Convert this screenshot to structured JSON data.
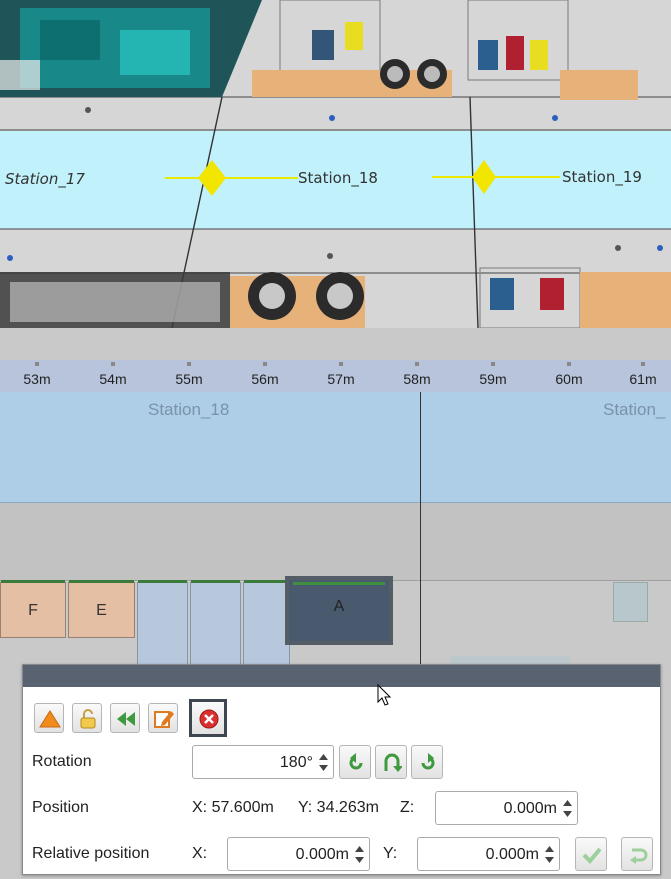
{
  "scene3d": {
    "stations": [
      "Station_17",
      "Station_18",
      "Station_19"
    ]
  },
  "editor2d": {
    "ruler_ticks": [
      "53m",
      "54m",
      "55m",
      "56m",
      "57m",
      "58m",
      "59m",
      "60m",
      "61m"
    ],
    "station_labels": [
      "Station_18",
      "Station_"
    ],
    "slots": [
      {
        "label": "F",
        "color": "#e5bfa4"
      },
      {
        "label": "E",
        "color": "#e5bfa4"
      },
      {
        "label": "",
        "color": "#b7c7dc"
      },
      {
        "label": "",
        "color": "#b7c7dc"
      },
      {
        "label": "",
        "color": "#b7c7dc"
      },
      {
        "label": "A",
        "color": "#4a5a6e"
      }
    ]
  },
  "dialog": {
    "toolbar": {
      "icons": [
        "warning-triangle-icon",
        "unlock-icon",
        "rewind-icon",
        "edit-icon",
        "close-icon"
      ]
    },
    "rotation": {
      "label": "Rotation",
      "value": "180°"
    },
    "position": {
      "label": "Position",
      "x": "X: 57.600m",
      "y": "Y: 34.263m",
      "z_label": "Z:",
      "z_value": "0.000m"
    },
    "relative_position": {
      "label": "Relative position",
      "x_label": "X:",
      "x_value": "0.000m",
      "y_label": "Y:",
      "y_value": "0.000m"
    }
  },
  "colors": {
    "accent_green": "#3f8f3f",
    "header": "#596270",
    "selection": "#3e4651"
  }
}
